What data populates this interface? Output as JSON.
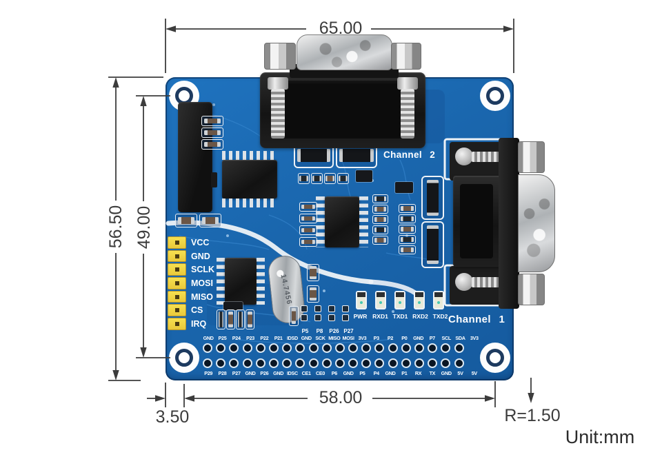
{
  "annotations": {
    "width_top": "65.00",
    "height_outer": "56.50",
    "height_inner": "49.00",
    "width_bottom": "58.00",
    "edge_offset": "3.50",
    "corner_radius": "R=1.50",
    "unit": "Unit:mm"
  },
  "board": {
    "channel1_label": "Channel 1",
    "channel2_label": "Channel 2",
    "crystal_marking": "14.7456",
    "spi_header_labels": [
      "VCC",
      "GND",
      "SCLK",
      "MOSI",
      "MISO",
      "CS",
      "IRQ"
    ],
    "led_labels": [
      "PWR",
      "RXD1",
      "TXD1",
      "RXD2",
      "TXD2"
    ],
    "jumper_labels": [
      "P5",
      "P8",
      "P26",
      "P27"
    ],
    "gpio_row_top": [
      "GND",
      "P25",
      "P24",
      "P23",
      "P22",
      "P21",
      "IDSD",
      "GND",
      "SCK",
      "MISO",
      "MOSI",
      "3V3",
      "P3",
      "P2",
      "P0",
      "GND",
      "P7",
      "SCL",
      "SDA",
      "3V3"
    ],
    "gpio_row_bottom": [
      "P29",
      "P28",
      "P27",
      "GND",
      "P26",
      "GND",
      "IDSC",
      "CE1",
      "CE0",
      "P6",
      "GND",
      "P5",
      "P4",
      "GND",
      "P1",
      "RX",
      "TX",
      "GND",
      "5V",
      "5V"
    ],
    "colors": {
      "pcb_blue": "#1a66ad",
      "silkscreen_white": "#eef3f8",
      "header_yellow": "#f2d83f",
      "dimension_gray": "#3c3c3c"
    }
  }
}
